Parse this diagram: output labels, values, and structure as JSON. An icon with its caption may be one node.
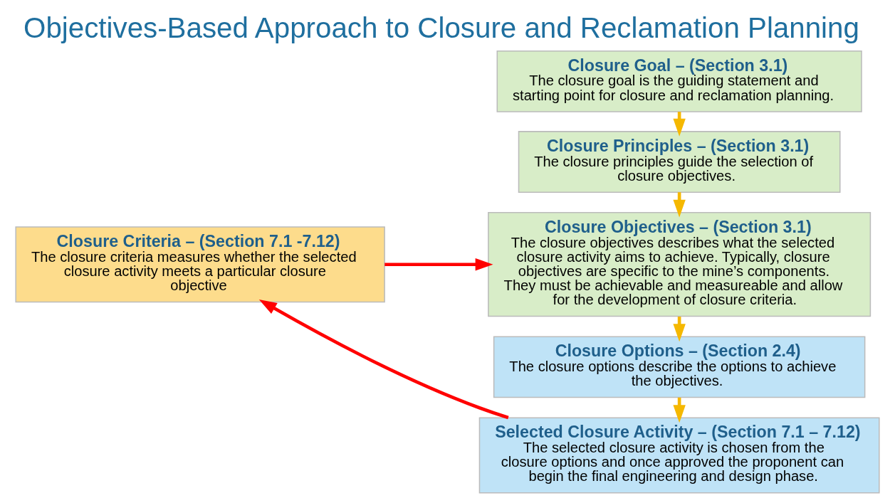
{
  "diagram": {
    "title": "Objectives-Based Approach to Closure and Reclamation Planning",
    "nodes": [
      {
        "text": [
          "Closure Goal – (Section 3.1)",
          "The closure goal is the guiding statement and starting point for closure and reclamation planning."
        ]
      },
      {
        "text": [
          "Closure Principles – (Section 3.1)",
          "The closure principles guide the selection of closure objectives."
        ]
      },
      {
        "text": [
          "Closure Objectives – (Section 3.1)",
          "The closure objectives describes what the selected closure activity aims to achieve. Typically, closure objectives are specific to the mine’s components. They must be achievable and measureable and allow for the development of closure criteria."
        ]
      },
      {
        "text": [
          "Closure Options – (Section 2.4)",
          "The closure options describe the options to achieve the objectives."
        ]
      },
      {
        "text": [
          "Selected Closure Activity – (Section 7.1 – 7.12)",
          "The selected closure activity is chosen from the closure options and once approved the proponent can begin the final engineering and design phase."
        ]
      },
      {
        "text": [
          "Closure Criteria – (Section 7.1 -7.12)",
          "The closure criteria measures whether the selected closure activity meets a particular closure objective"
        ]
      }
    ],
    "edges": [
      {
        "from": 0,
        "to": 1,
        "arrow": "to"
      },
      {
        "from": 1,
        "to": 2,
        "arrow": "to"
      },
      {
        "from": 2,
        "to": 3,
        "arrow": "to"
      },
      {
        "from": 3,
        "to": 4,
        "arrow": "to"
      },
      {
        "from": 4,
        "to": 5,
        "arrow": "to",
        "color": "#ff0000"
      },
      {
        "from": 5,
        "to": 2,
        "arrow": "to",
        "color": "#ff0000"
      }
    ]
  }
}
